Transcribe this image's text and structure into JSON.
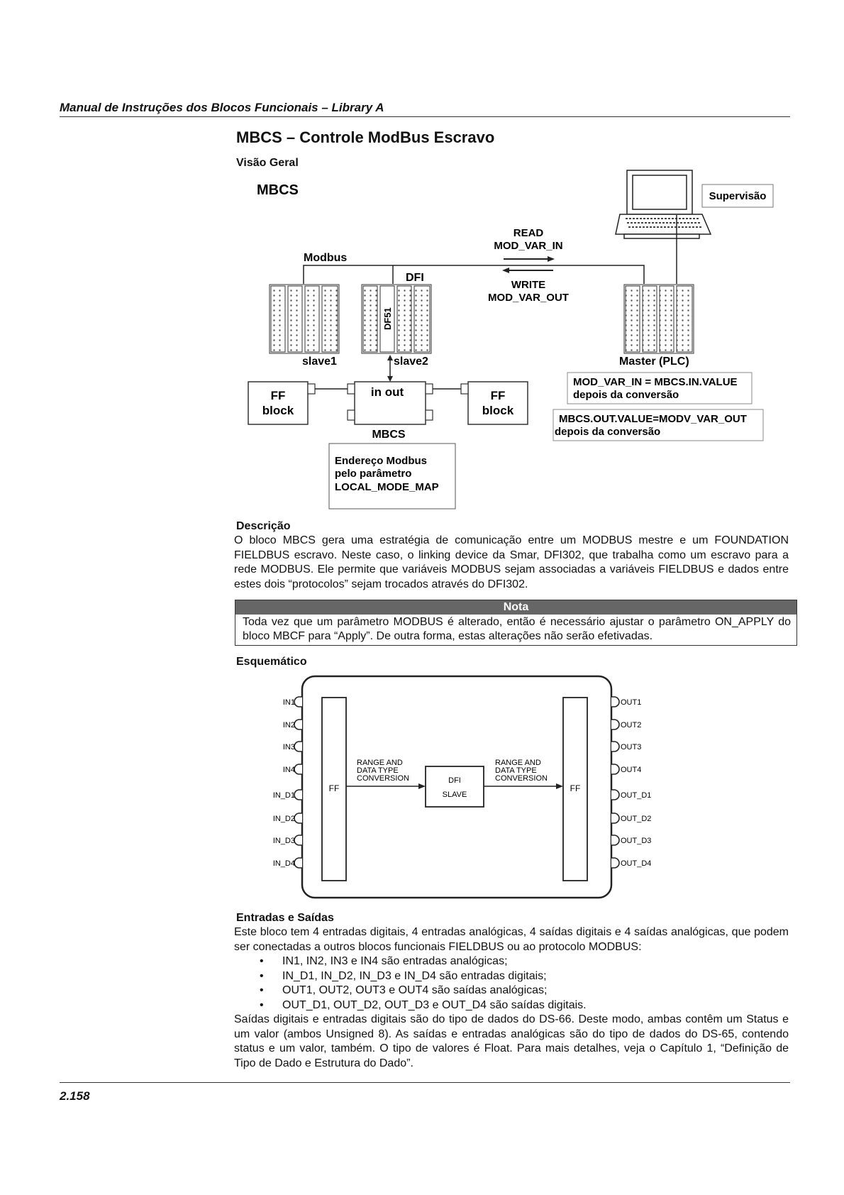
{
  "header": {
    "title": "Manual de Instruções dos Blocos Funcionais – Library A"
  },
  "footer": {
    "page_number": "2.158"
  },
  "section": {
    "title": "MBCS – Controle ModBus Escravo"
  },
  "overview": {
    "heading": "Visão Geral",
    "diagram": {
      "title": "MBCS",
      "supervision": "Supervisão",
      "read": "READ",
      "mod_var_in": "MOD_VAR_IN",
      "write": "WRITE",
      "mod_var_out": "MOD_VAR_OUT",
      "modbus": "Modbus",
      "dfi": "DFI",
      "df51": "DF51",
      "slave1": "slave1",
      "slave2": "slave2",
      "master": "Master (PLC)",
      "eq1_line1": "MOD_VAR_IN = MBCS.IN.VALUE",
      "eq1_line2": "depois da conversão",
      "eq2_line1": "MBCS.OUT.VALUE=MODV_VAR_OUT",
      "eq2_line2": "depois da conversão",
      "ff": "FF",
      "block": "block",
      "in_out": "in out",
      "mbcs_label": "MBCS",
      "addr_line1": "Endereço Modbus",
      "addr_line2": "pelo parâmetro",
      "addr_line3": "LOCAL_MODE_MAP"
    }
  },
  "description": {
    "heading": "Descrição",
    "text": "O bloco MBCS gera uma estratégia de comunicação entre um MODBUS mestre e um FOUNDATION FIELDBUS escravo. Neste caso, o linking device da Smar, DFI302, que trabalha como um escravo para a rede MODBUS. Ele permite que variáveis MODBUS sejam associadas a variáveis FIELDBUS e dados entre estes dois “protocolos” sejam trocados através do DFI302."
  },
  "note": {
    "title": "Nota",
    "text": "Toda vez que um parâmetro MODBUS é alterado, então é necessário ajustar o parâmetro ON_APPLY do bloco MBCF para “Apply”. De outra forma, estas alterações não serão efetivadas."
  },
  "schematic": {
    "heading": "Esquemático",
    "inputs": [
      "IN1",
      "IN2",
      "IN3",
      "IN4",
      "IN_D1",
      "IN_D2",
      "IN_D3",
      "IN_D4"
    ],
    "outputs": [
      "OUT1",
      "OUT2",
      "OUT3",
      "OUT4",
      "OUT_D1",
      "OUT_D2",
      "OUT_D3",
      "OUT_D4"
    ],
    "ff": "FF",
    "conv_line1": "RANGE AND",
    "conv_line2": "DATA TYPE",
    "conv_line3": "CONVERSION",
    "dfi": "DFI",
    "slave": "SLAVE"
  },
  "io": {
    "heading": "Entradas e Saídas",
    "intro": "Este bloco tem 4 entradas digitais, 4 entradas analógicas, 4 saídas digitais e 4 saídas analógicas, que podem ser conectadas a outros blocos funcionais FIELDBUS ou ao protocolo MODBUS:",
    "bullets": [
      "IN1, IN2, IN3 e IN4 são entradas analógicas;",
      "IN_D1, IN_D2, IN_D3 e IN_D4 são entradas digitais;",
      "OUT1, OUT2, OUT3 e OUT4 são saídas analógicas;",
      "OUT_D1, OUT_D2, OUT_D3 e OUT_D4 são saídas digitais."
    ],
    "closing": "Saídas digitais e entradas digitais são do tipo de dados do DS-66. Deste modo, ambas contêm um Status e um valor (ambos Unsigned 8). As saídas e entradas analógicas são do tipo de dados do DS-65, contendo status e um valor, também. O tipo de valores é Float. Para mais detalhes, veja o Capítulo 1, “Definição de Tipo de Dado e Estrutura do Dado”."
  }
}
